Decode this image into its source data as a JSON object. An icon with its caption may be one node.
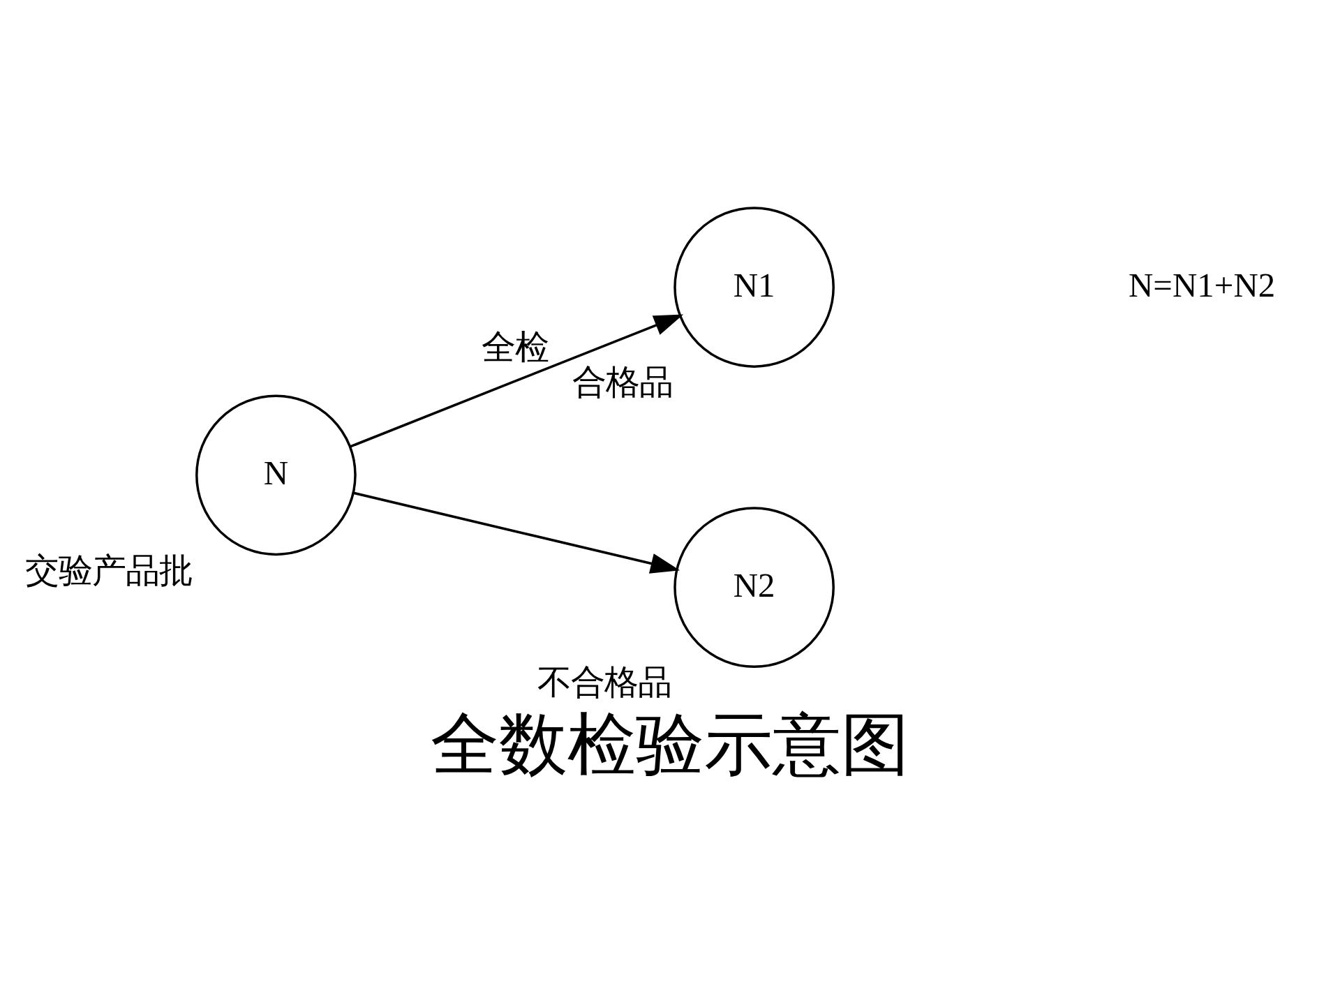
{
  "diagram": {
    "caption": "全数检验示意图",
    "nodes": [
      {
        "text": [
          "N"
        ],
        "beside": [
          "交验产品批"
        ]
      },
      {
        "text": [
          "N1"
        ],
        "beside": [
          "合格品"
        ]
      },
      {
        "text": [
          "N2"
        ],
        "beside": [
          "不合格品"
        ]
      }
    ],
    "edges": [
      {
        "from": 0,
        "to": 1,
        "arrow": "to",
        "label": "全检"
      },
      {
        "from": 0,
        "to": 2,
        "arrow": "to"
      }
    ],
    "labels": [
      "N=N1+N2"
    ]
  }
}
